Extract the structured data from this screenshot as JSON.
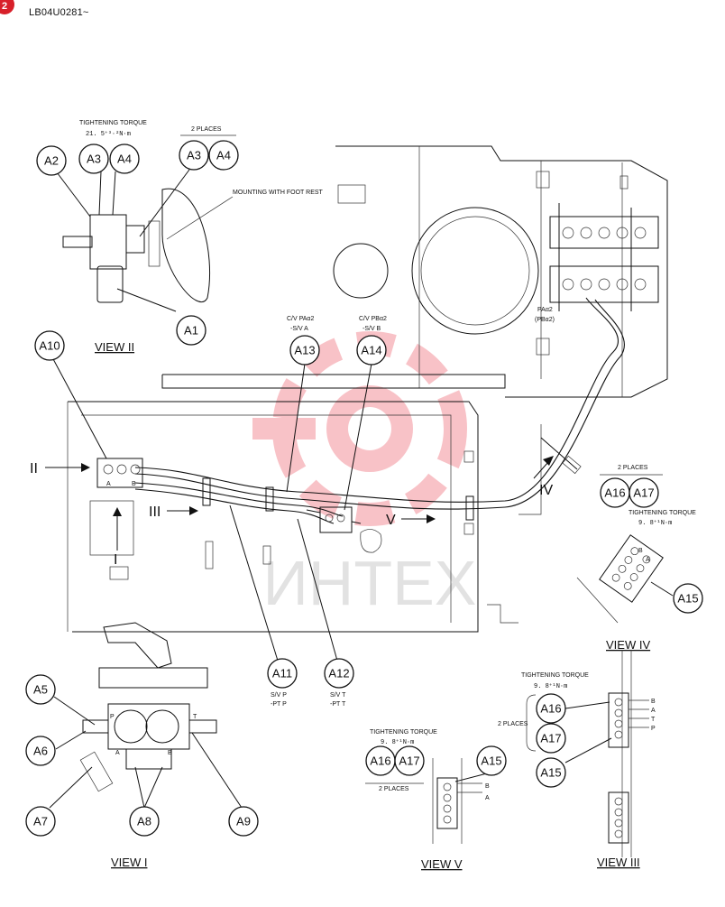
{
  "header": {
    "badge": "2",
    "code": "LB04U0281~"
  },
  "watermark": {
    "text": "ИНТЕХ",
    "color": "#e8293a"
  },
  "balloons": {
    "a1": "A1",
    "a2": "A2",
    "a3": "A3",
    "a4": "A4",
    "a5": "A5",
    "a6": "A6",
    "a7": "A7",
    "a8": "A8",
    "a9": "A9",
    "a10": "A10",
    "a11": "A11",
    "a12": "A12",
    "a13": "A13",
    "a14": "A14",
    "a15": "A15",
    "a16": "A16",
    "a17": "A17"
  },
  "views": {
    "i": "VIEW I",
    "ii": "VIEW II",
    "iii": "VIEW III",
    "iv": "VIEW IV",
    "v": "VIEW V"
  },
  "arrows": {
    "i": "I",
    "ii": "II",
    "iii": "III",
    "iv": "IV",
    "v": "V"
  },
  "notes": {
    "torque_label": "TIGHTENING TORQUE",
    "torque_21": "21. 5⁺³·²N·m",
    "torque_98": "9. 8⁺¹N·m",
    "two_places": "2 PLACES",
    "mounting": "MOUNTING WITH FOOT REST",
    "cv_a_1": "C/V PAα2",
    "cv_a_2": "-S/V A",
    "cv_b_1": "C/V PBα2",
    "cv_b_2": "-S/V B",
    "sv_p_1": "S/V P",
    "sv_p_2": "-PT P",
    "sv_t_1": "S/V T",
    "sv_t_2": "-PT T",
    "pa_1": "PAα2",
    "pa_2": "(PBα2)",
    "port_p": "P",
    "port_t": "T",
    "port_a": "A",
    "port_b": "B"
  }
}
